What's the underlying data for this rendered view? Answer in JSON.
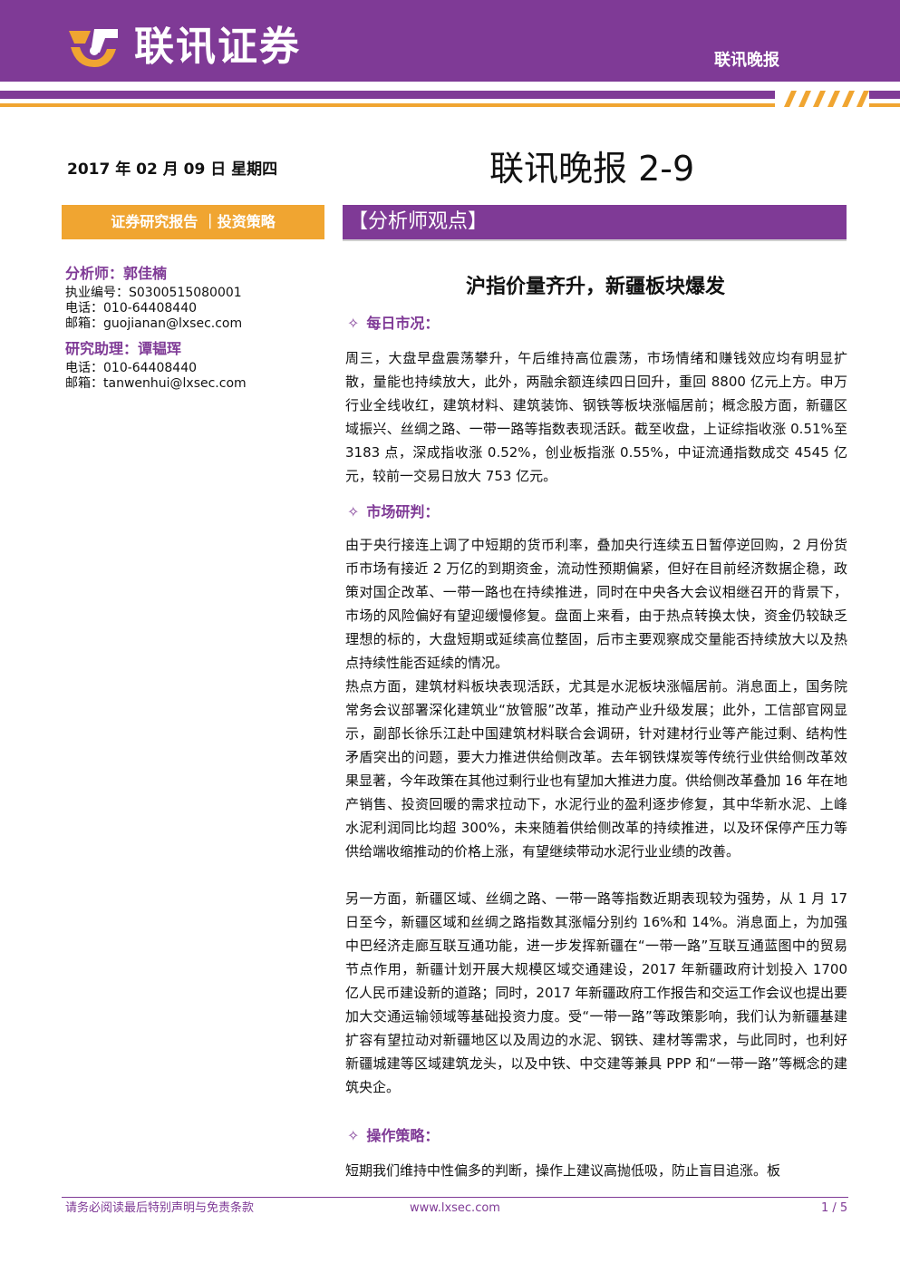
{
  "header": {
    "brand_name": "联讯证券",
    "product_name": "联讯晚报"
  },
  "report": {
    "date": "2017 年 02 月 09 日 星期四",
    "title": "联讯晚报 2-9",
    "category": "证券研究报告 ｜投资策略",
    "section_label": "【分析师观点】"
  },
  "analysts": [
    {
      "role": "分析师：郭佳楠",
      "lines": [
        "执业编号：S0300515080001",
        "电话：010-64408440",
        "邮箱：guojianan@lxsec.com"
      ]
    },
    {
      "role": "研究助理：谭韫珲",
      "lines": [
        "电话：010-64408440",
        "邮箱：tanwenhui@lxsec.com"
      ]
    }
  ],
  "article": {
    "headline": "沪指价量齐升，新疆板块爆发",
    "bullet_symbol": "✧",
    "sections": [
      {
        "heading": "每日市况：",
        "paragraphs": [
          "周三，大盘早盘震荡攀升，午后维持高位震荡，市场情绪和赚钱效应均有明显扩散，量能也持续放大，此外，两融余额连续四日回升，重回 8800 亿元上方。申万行业全线收红，建筑材料、建筑装饰、钢铁等板块涨幅居前；概念股方面，新疆区域振兴、丝绸之路、一带一路等指数表现活跃。截至收盘，上证综指收涨 0.51%至 3183 点，深成指收涨 0.52%，创业板指涨 0.55%，中证流通指数成交 4545 亿元，较前一交易日放大 753 亿元。"
        ]
      },
      {
        "heading": "市场研判：",
        "paragraphs": [
          "由于央行接连上调了中短期的货币利率，叠加央行连续五日暂停逆回购，2 月份货币市场有接近 2 万亿的到期资金，流动性预期偏紧，但好在目前经济数据企稳，政策对国企改革、一带一路也在持续推进，同时在中央各大会议相继召开的背景下，市场的风险偏好有望迎缓慢修复。盘面上来看，由于热点转换太快，资金仍较缺乏理想的标的，大盘短期或延续高位整固，后市主要观察成交量能否持续放大以及热点持续性能否延续的情况。",
          "热点方面，建筑材料板块表现活跃，尤其是水泥板块涨幅居前。消息面上，国务院常务会议部署深化建筑业“放管服”改革，推动产业升级发展；此外，工信部官网显示，副部长徐乐江赴中国建筑材料联合会调研，针对建材行业等产能过剩、结构性矛盾突出的问题，要大力推进供给侧改革。去年钢铁煤炭等传统行业供给侧改革效果显著，今年政策在其他过剩行业也有望加大推进力度。供给侧改革叠加 16 年在地产销售、投资回暖的需求拉动下，水泥行业的盈利逐步修复，其中华新水泥、上峰水泥利润同比均超 300%，未来随着供给侧改革的持续推进，以及环保停产压力等供给端收缩推动的价格上涨，有望继续带动水泥行业业绩的改善。",
          "另一方面，新疆区域、丝绸之路、一带一路等指数近期表现较为强势，从 1 月 17 日至今，新疆区域和丝绸之路指数其涨幅分别约 16%和 14%。消息面上，为加强中巴经济走廊互联互通功能，进一步发挥新疆在“一带一路”互联互通蓝图中的贸易节点作用，新疆计划开展大规模区域交通建设，2017 年新疆政府计划投入 1700 亿人民币建设新的道路；同时，2017 年新疆政府工作报告和交运工作会议也提出要加大交通运输领域等基础投资力度。受“一带一路”等政策影响，我们认为新疆基建扩容有望拉动对新疆地区以及周边的水泥、钢铁、建材等需求，与此同时，也利好新疆城建等区域建筑龙头，以及中铁、中交建等兼具 PPP 和“一带一路”等概念的建筑央企。"
        ]
      },
      {
        "heading": "操作策略：",
        "paragraphs": [
          "短期我们维持中性偏多的判断，操作上建议高抛低吸，防止盲目追涨。板"
        ]
      }
    ]
  },
  "footer": {
    "disclaimer": "请务必阅读最后特别声明与免责条款",
    "website": "www.lxsec.com",
    "page": "1 / 5"
  },
  "colors": {
    "brand_purple": "#7f3a96",
    "accent_orange": "#f0a531"
  }
}
